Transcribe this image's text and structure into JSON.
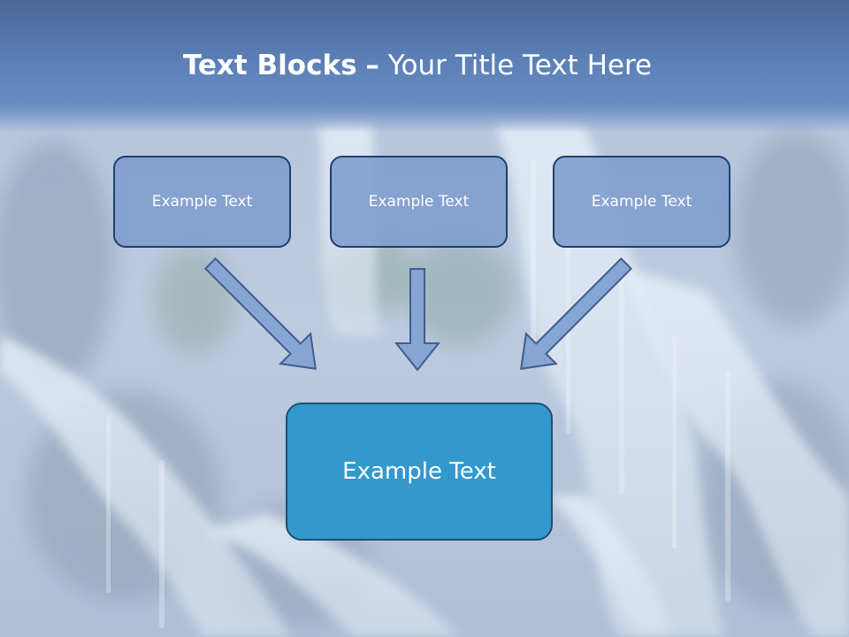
{
  "slide": {
    "title_bold": "Text Blocks",
    "title_separator": "–",
    "title_rest": "Your Title Text Here"
  },
  "blocks": [
    {
      "label": "Example Text"
    },
    {
      "label": "Example Text"
    },
    {
      "label": "Example Text"
    }
  ],
  "target_block": {
    "label": "Example Text"
  },
  "colors": {
    "header": "#5b7fb6",
    "block_fill": "#7e9ccd",
    "block_border": "#213f6a",
    "target_fill": "#3398cc",
    "target_border": "#1c4f6e",
    "arrow_fill": "#86a4d4",
    "arrow_stroke": "#3f5e8c"
  }
}
